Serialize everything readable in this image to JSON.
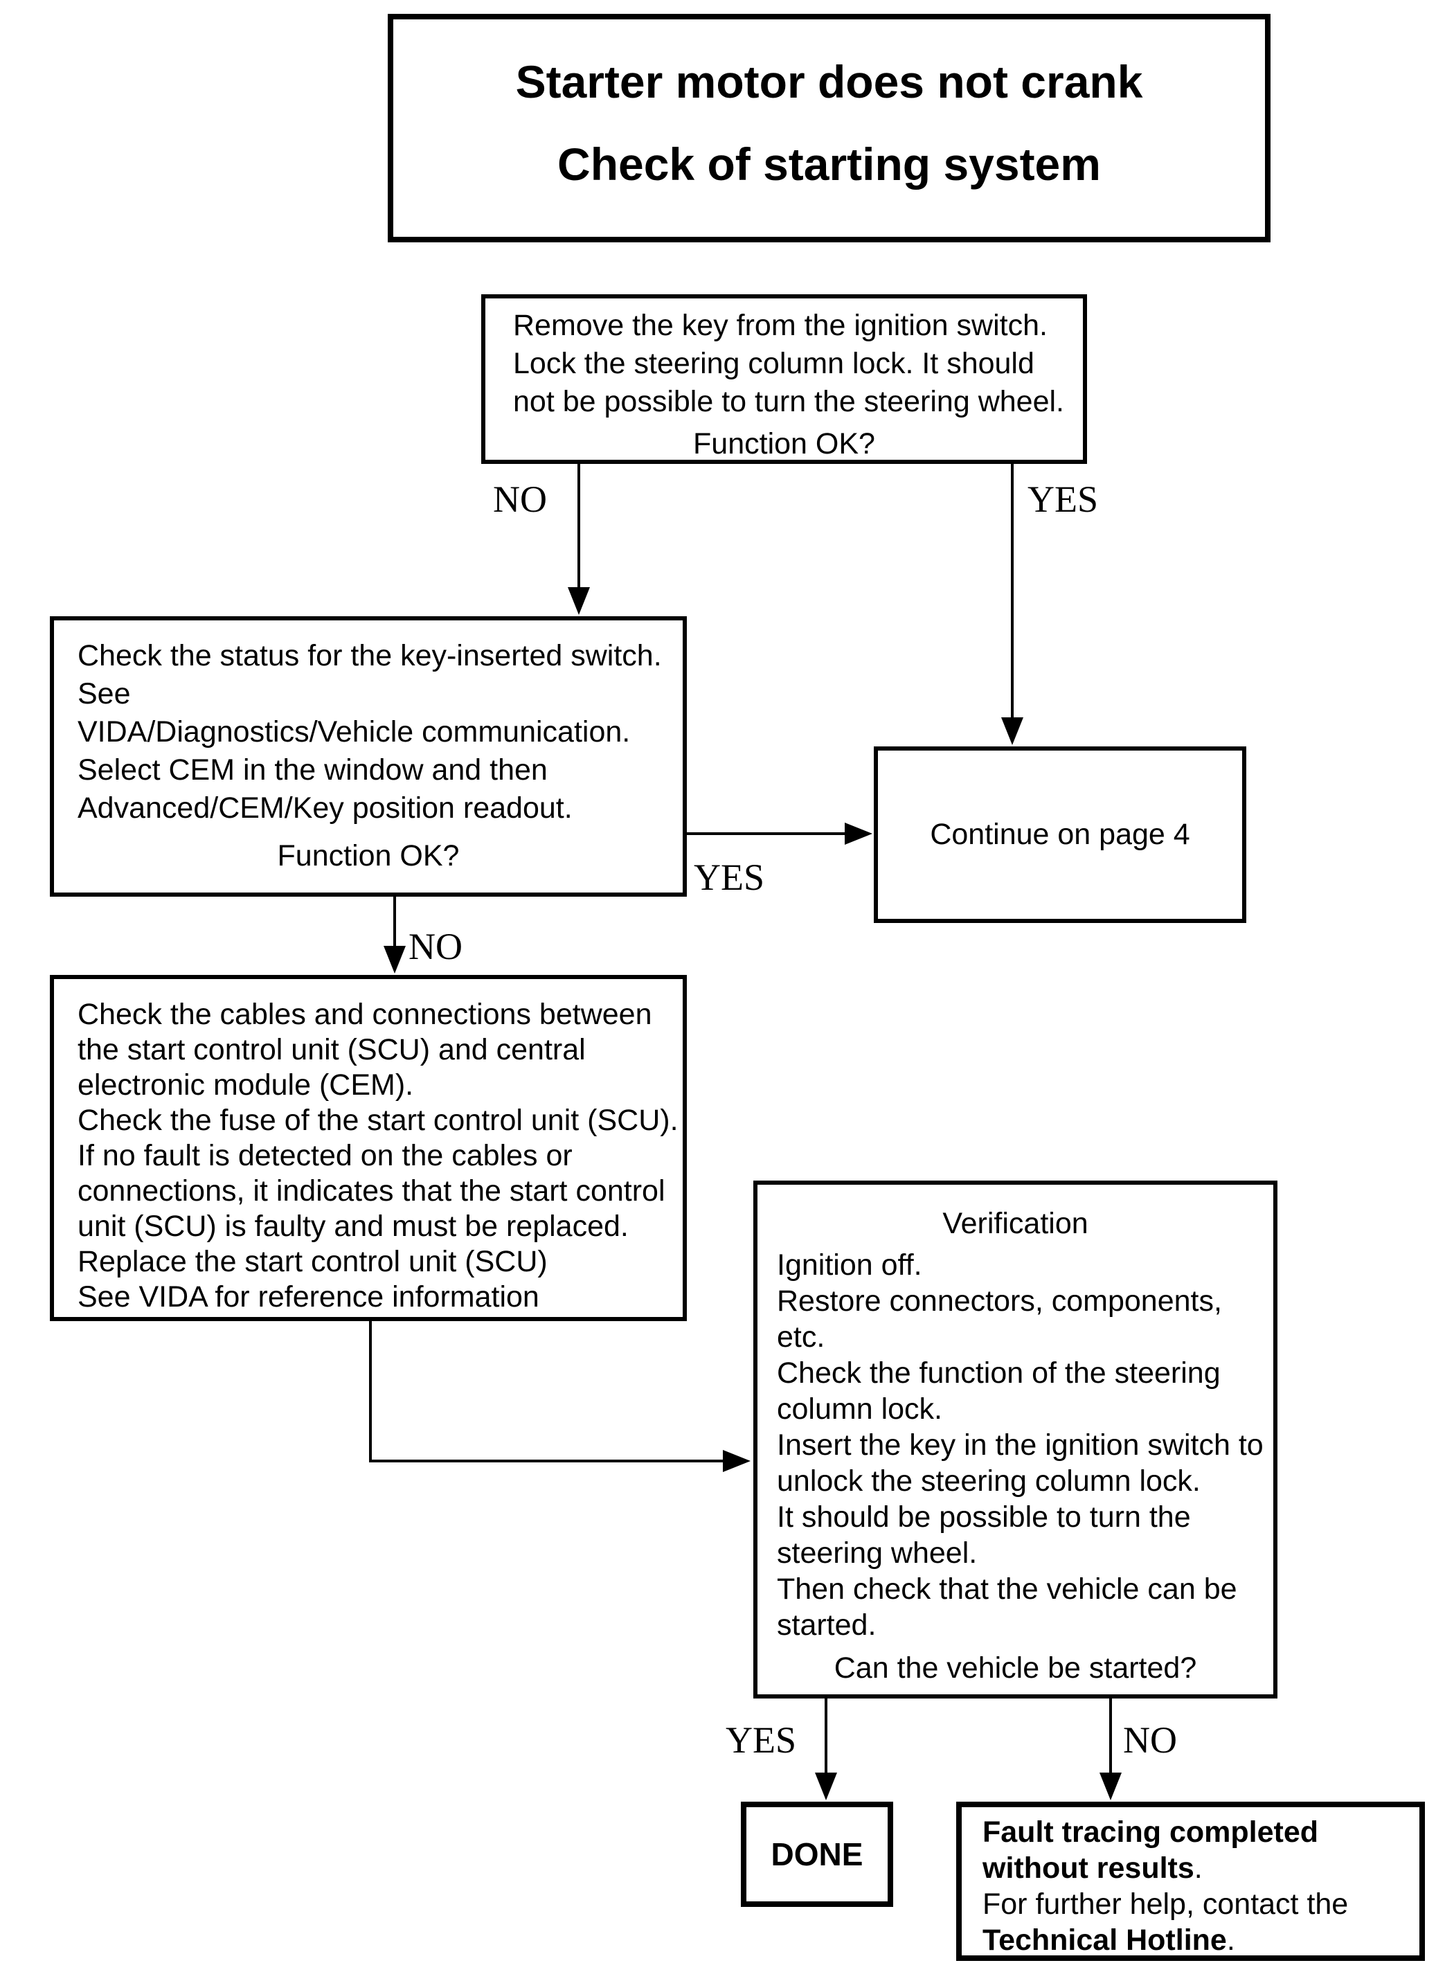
{
  "page": {
    "background": "#ffffff",
    "ink": "#000000"
  },
  "title": {
    "line1": "Starter motor does not crank",
    "line2": "Check of starting system"
  },
  "boxes": {
    "step1": {
      "lines": [
        "Remove the key from the ignition switch.",
        "Lock the steering column lock. It should",
        "not be possible to turn the steering wheel."
      ],
      "question": "Function OK?"
    },
    "step2": {
      "lines": [
        "Check the status for the key-inserted switch.",
        "See",
        "VIDA/Diagnostics/Vehicle communication.",
        "Select CEM in the window and then",
        "Advanced/CEM/Key position readout."
      ],
      "question": "Function OK?"
    },
    "continue": {
      "label": "Continue on page 4"
    },
    "step3": {
      "lines": [
        "Check the cables and connections between",
        "the start control unit (SCU) and central",
        "electronic module (CEM).",
        "Check the fuse of the start control unit (SCU).",
        "If no fault is detected on the cables or",
        "connections, it indicates that the start control",
        "unit (SCU) is faulty and must be replaced.",
        "Replace the start control unit (SCU)",
        "See VIDA for reference information"
      ]
    },
    "verification": {
      "heading": "Verification",
      "lines": [
        "Ignition off.",
        "Restore connectors, components,",
        "etc.",
        "Check the function of the steering",
        "column lock.",
        "Insert the key in the ignition switch to",
        "unlock the steering column lock.",
        "It should be possible to turn the",
        "steering wheel.",
        "Then check that the vehicle can be",
        "started."
      ],
      "question": "Can the vehicle be started?"
    },
    "done": {
      "label": "DONE"
    },
    "fault": {
      "line1_bold": "Fault tracing completed",
      "line2_bold": "without results",
      "line2_tail": ".",
      "line3": "For further help, contact the",
      "line4_bold": "Technical Hotline",
      "line4_tail": "."
    }
  },
  "labels": {
    "no1": "NO",
    "yes1": "YES",
    "yes2": "YES",
    "no2": "NO",
    "yes3": "YES",
    "no3": "NO"
  }
}
